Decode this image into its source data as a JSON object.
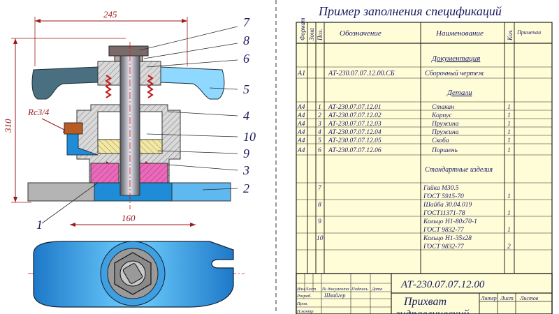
{
  "drawing": {
    "dim_width": "245",
    "dim_height": "310",
    "dim_base": "160",
    "thread_label": "Rc3/4",
    "callouts": [
      "7",
      "8",
      "6",
      "5",
      "4",
      "10",
      "9",
      "3",
      "2",
      "1"
    ]
  },
  "spec": {
    "title": "Пример заполнения спецификаций",
    "headers": {
      "format": "Формат",
      "zone": "Зона",
      "pos": "Поз.",
      "designation": "Обозначение",
      "name": "Наименование",
      "qty": "Кол.",
      "note": "Примечан"
    },
    "sections": {
      "documentation": "Документация",
      "details": "Детали",
      "standard": "Стандартные изделия"
    },
    "assembly_row": {
      "format": "A1",
      "designation": "АТ-230.07.07.12.00.СБ",
      "name": "Сборочный чертеж"
    },
    "detail_rows": [
      {
        "format": "A4",
        "pos": "1",
        "designation": "АТ-230.07.07.12.01",
        "name": "Стакан",
        "qty": "1"
      },
      {
        "format": "A4",
        "pos": "2",
        "designation": "АТ-230.07.07.12.02",
        "name": "Корпус",
        "qty": "1"
      },
      {
        "format": "A4",
        "pos": "3",
        "designation": "АТ-230.07.07.12.03",
        "name": "Пружина",
        "qty": "1"
      },
      {
        "format": "A4",
        "pos": "4",
        "designation": "АТ-230.07.07.12.04",
        "name": "Пружина",
        "qty": "1"
      },
      {
        "format": "A4",
        "pos": "5",
        "designation": "АТ-230.07.07.12.05",
        "name": "Скоба",
        "qty": "1"
      },
      {
        "format": "A4",
        "pos": "6",
        "designation": "АТ-230.07.07.12.06",
        "name": "Поршень",
        "qty": "1"
      }
    ],
    "standard_rows": [
      {
        "pos": "7",
        "name": "Гайка М30.5",
        "qty": ""
      },
      {
        "pos": "",
        "name": "ГОСТ 5915-70",
        "qty": "1"
      },
      {
        "pos": "8",
        "name": "Шайба 30.04.019",
        "qty": ""
      },
      {
        "pos": "",
        "name": "ГОСТ11371-78",
        "qty": "1"
      },
      {
        "pos": "9",
        "name": "Кольцо Н1-80х70-1",
        "qty": ""
      },
      {
        "pos": "",
        "name": "ГОСТ 9832-77",
        "qty": "1"
      },
      {
        "pos": "10",
        "name": "Кольцо Н1-35х28",
        "qty": ""
      },
      {
        "pos": "",
        "name": "ГОСТ 9832-77",
        "qty": "2"
      }
    ],
    "titleblock": {
      "code": "АТ-230.07.07.12.00",
      "name_line1": "Прихват",
      "name_line2": "гидравлический",
      "h_change": "Изм",
      "h_sheet": "Лист",
      "h_doc": "№ документа",
      "h_sign": "Подпись",
      "h_date": "Дата",
      "r_dev": "Разраб.",
      "r_check": "Пров.",
      "r_norm": "Н.контр",
      "dev_name": "Швайгер",
      "lit": "Литер",
      "sheet": "Лист",
      "sheets": "Листов"
    }
  }
}
